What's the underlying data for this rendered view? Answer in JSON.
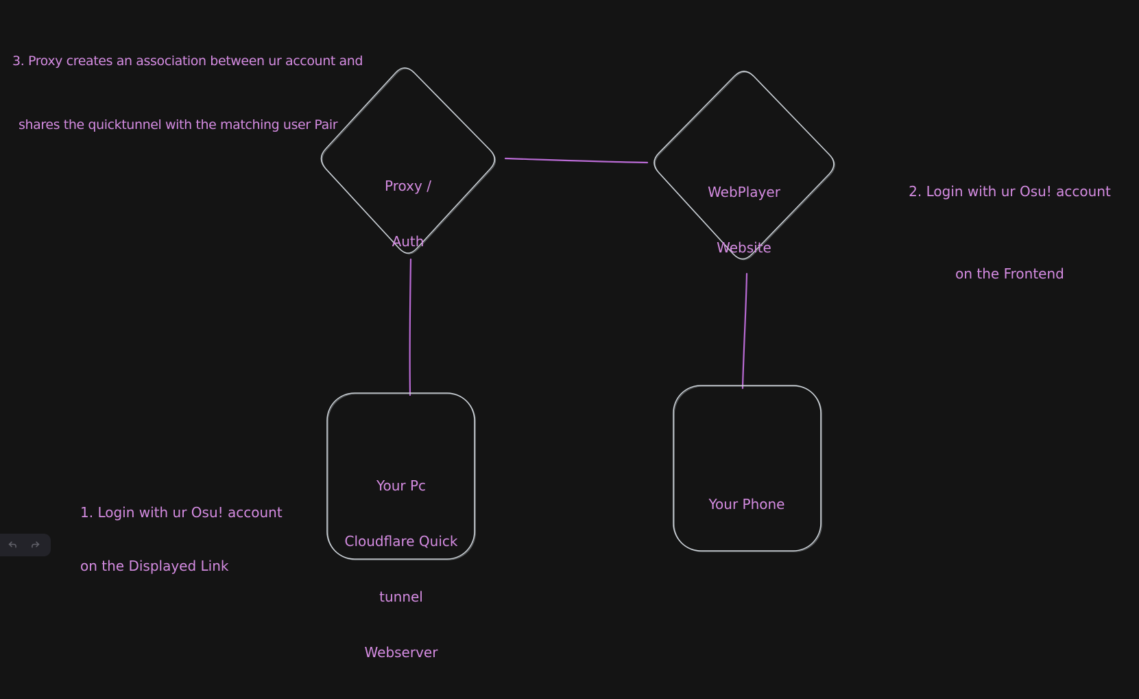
{
  "colors": {
    "background": "#141414",
    "text_purple": "#d58ce2",
    "connector_purple": "#ba6bd5",
    "shape_stroke_gray": "#ced4da",
    "toolbar_background": "#232329",
    "toolbar_icon_gray": "#63636b"
  },
  "annotations": {
    "step1": {
      "line1": "1. Login with ur Osu! account",
      "line2": "on the Displayed Link"
    },
    "step2": {
      "line1": "2. Login with ur Osu! account",
      "line2": "on the Frontend"
    },
    "step3": {
      "line1": "3. Proxy creates an association between ur account and",
      "line2": "shares the quicktunnel with the matching user Pair"
    }
  },
  "nodes": {
    "proxy_auth": {
      "shape": "diamond",
      "label_line1": "Proxy /",
      "label_line2": "Auth"
    },
    "webplayer": {
      "shape": "diamond",
      "label_line1": "WebPlayer",
      "label_line2": "Website"
    },
    "pc_server": {
      "shape": "rounded-rectangle",
      "label_line1": "Your Pc",
      "label_line2": "Cloudflare Quick",
      "label_line3": "tunnel",
      "label_line4": "Webserver"
    },
    "phone": {
      "shape": "rounded-rectangle",
      "label_line1": "Your Phone"
    }
  },
  "connectors": {
    "proxy_to_webplayer": "line",
    "proxy_to_pc": "line",
    "webplayer_to_phone": "line"
  },
  "toolbar": {
    "undo": "undo",
    "redo": "redo"
  }
}
